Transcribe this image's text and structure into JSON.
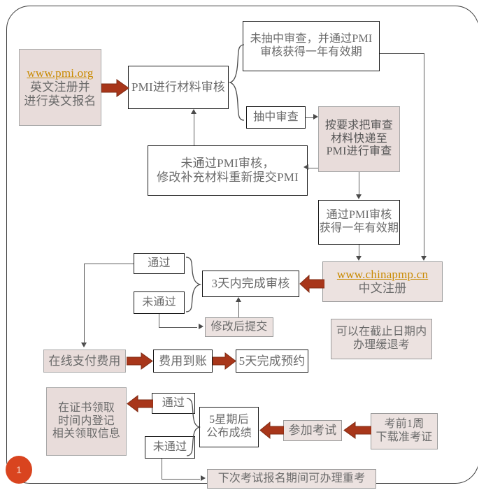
{
  "page": {
    "badge_number": "1",
    "frame_color": "#3a3a3a",
    "accent_arrow_color": "#a8361a",
    "link_color": "#c98a00",
    "fill_color": "#e8dcda"
  },
  "nodes": {
    "pmi_register": {
      "url": "www.pmi.org",
      "line1": "英文注册并",
      "line2": "进行英文报名"
    },
    "pmi_review": {
      "line1": "PMI进行材料审核"
    },
    "not_sampled": {
      "line1": "未抽中审查，并通过PMI",
      "line2": "审核获得一年有效期"
    },
    "sampled": {
      "line1": "抽中审查"
    },
    "express_materials": {
      "line1": "按要求把审查",
      "line2": "材料快递至",
      "line3": "PMI进行审查"
    },
    "failed_review": {
      "line1": "未通过PMI审核，",
      "line2": "修改补充材料重新提交PMI"
    },
    "passed_review": {
      "line1": "通过PMI审核",
      "line2": "获得一年有效期"
    },
    "chinapmp_register": {
      "url": "www.chinapmp.cn",
      "line1": "中文注册"
    },
    "defer_exam": {
      "line1": "可以在截止日期内",
      "line2": "办理缓退考"
    },
    "review_3days": {
      "line1": "3天内完成审核"
    },
    "pass_1": {
      "line1": "通过"
    },
    "fail_1": {
      "line1": "未通过"
    },
    "resubmit": {
      "line1": "修改后提交"
    },
    "online_payment": {
      "line1": "在线支付费用"
    },
    "fee_received": {
      "line1": "费用到账"
    },
    "booking_5days": {
      "line1": "5天完成预约"
    },
    "cert_pickup": {
      "line1": "在证书领取",
      "line2": "时间内登记",
      "line3": "相关领取信息"
    },
    "pass_2": {
      "line1": "通过"
    },
    "fail_2": {
      "line1": "未通过"
    },
    "results_5weeks": {
      "line1": "5星期后",
      "line2": "公布成绩"
    },
    "take_exam": {
      "line1": "参加考试"
    },
    "download_ticket": {
      "line1": "考前1周",
      "line2": "下载准考证"
    },
    "retake": {
      "line1": "下次考试报名期间可办理重考"
    }
  }
}
